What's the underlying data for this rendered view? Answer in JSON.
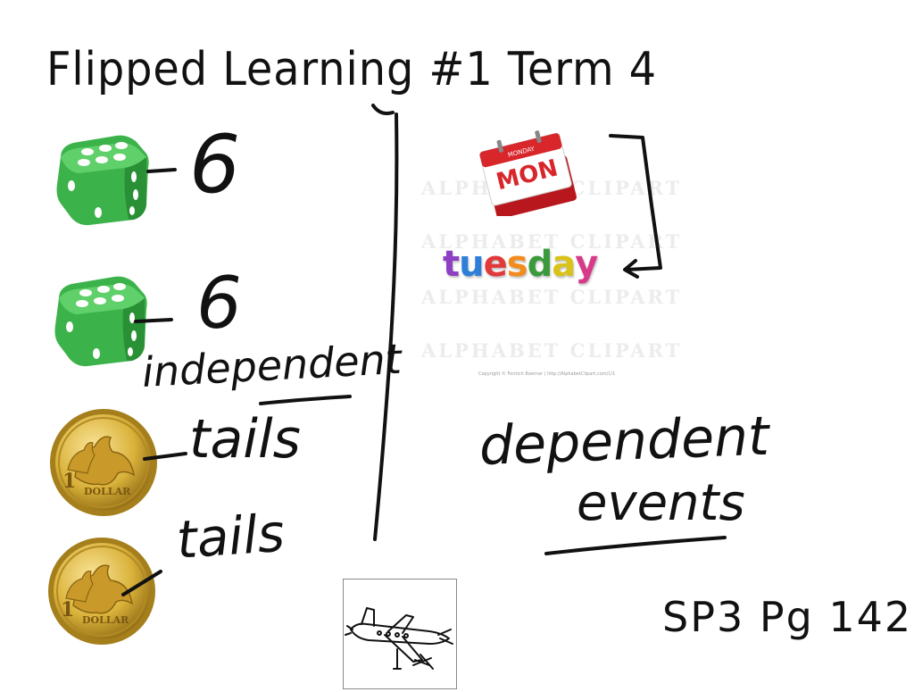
{
  "canvas": {
    "title": "Flipped Learning #1 Term 4",
    "independent": {
      "label": "independent",
      "items": [
        {
          "icon": "green-die-icon",
          "value": "6"
        },
        {
          "icon": "green-die-icon",
          "value": "6"
        },
        {
          "icon": "one-dollar-coin-icon",
          "value": "tails"
        },
        {
          "icon": "one-dollar-coin-icon",
          "value": "tails"
        }
      ]
    },
    "dependent": {
      "label_line1": "dependent",
      "label_line2": "events",
      "calendar_text": "MON",
      "calendar_small": "MONDAY",
      "tuesday_letters": [
        "t",
        "u",
        "e",
        "s",
        "d",
        "a",
        "y"
      ],
      "tuesday_colors": [
        "#8e3fc4",
        "#2f7fd8",
        "#e03a3a",
        "#f28c1e",
        "#3b9a3b",
        "#d9c21a",
        "#d83a8a"
      ],
      "watermark": "ALPHABET CLIPART",
      "copyright": "Copyright © Fontich Boerner  |  http://AlphabetClipart.com/1/1"
    },
    "page_ref": "SP3 Pg 142.",
    "colors": {
      "ink": "#111111",
      "die_green": "#3cb34a",
      "coin_gold": "#d9b23a",
      "calendar_red": "#d8262b"
    }
  }
}
